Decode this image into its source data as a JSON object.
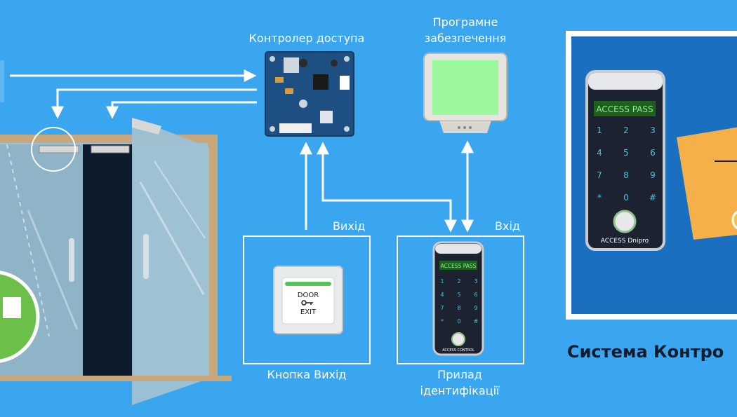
{
  "labels": {
    "controller": "Контролер доступа",
    "software_line1": "Програмне",
    "software_line2": "забезпечення",
    "exit_left": "Вихід",
    "exit_right": "Вхід",
    "exit_button": "Кнопка Вихід",
    "identification_line1": "Прилад",
    "identification_line2": "ідентифікації",
    "system_title": "Система Контро"
  },
  "exit_button_device": {
    "line1": "DOOR",
    "line2": "EXIT",
    "key_icon": "key-icon"
  },
  "small_reader": {
    "display": "ACCESS PASS",
    "keys": [
      "1",
      "2",
      "3",
      "4",
      "5",
      "6",
      "7",
      "8",
      "9",
      "*",
      "0",
      "#"
    ],
    "footer": "ACCESS CONTROL"
  },
  "large_reader": {
    "display": "ACCESS PASS",
    "keys": [
      "1",
      "2",
      "3",
      "4",
      "5",
      "6",
      "7",
      "8",
      "9",
      "*",
      "0",
      "#"
    ],
    "footer": "ACCESS Dnipro"
  },
  "colors": {
    "background": "#3aa6f0",
    "arrow": "#ffffff",
    "door_frame": "#c8a77d",
    "glass": "#8fb3c7",
    "door_opening": "#0c1a2c",
    "pcb": "#1d4f82",
    "monitor_screen": "#9cf89c",
    "reader_screen": "#1f5f1f",
    "reader_text": "#8cf08c",
    "key_text": "#3fc8e8",
    "panel_blue": "#1a6fc0",
    "sticky_note": "#f6b04a",
    "green_badge": "#6cc04a"
  }
}
